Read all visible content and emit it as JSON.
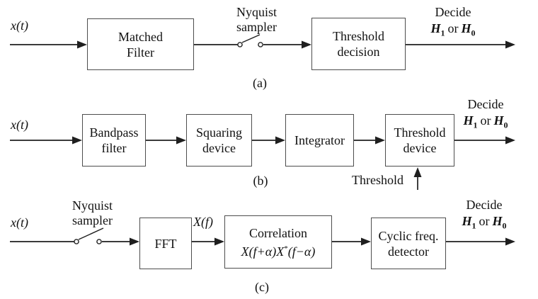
{
  "colors": {
    "background": "#ffffff",
    "line": "#1f1f1f",
    "box_border": "#4d4d4d",
    "text": "#111111"
  },
  "decide": {
    "line1": "Decide",
    "h": "H",
    "sub1": "1",
    "or_text": "or",
    "sub0": "0"
  },
  "rows": {
    "a": {
      "caption": "(a)",
      "input_label": "x(t)",
      "sampler": {
        "line1": "Nyquist",
        "line2": "sampler"
      },
      "matched_filter": {
        "line1": "Matched",
        "line2": "Filter"
      },
      "threshold_decision": {
        "line1": "Threshold",
        "line2": "decision"
      }
    },
    "b": {
      "caption": "(b)",
      "input_label": "x(t)",
      "bandpass_filter": {
        "line1": "Bandpass",
        "line2": "filter"
      },
      "squaring_device": {
        "line1": "Squaring",
        "line2": "device"
      },
      "integrator": {
        "label": "Integrator"
      },
      "threshold_device": {
        "line1": "Threshold",
        "line2": "device"
      },
      "threshold_input_label": "Threshold"
    },
    "c": {
      "caption": "(c)",
      "input_label": "x(t)",
      "sampler": {
        "line1": "Nyquist",
        "line2": "sampler"
      },
      "fft": {
        "label": "FFT"
      },
      "fft_output_label": "X(f)",
      "correlation": {
        "line1": "Correlation",
        "formula_main": "X(f+α)X",
        "formula_sup": "*",
        "formula_rest": "(f−α)"
      },
      "cyclic_detector": {
        "line1": "Cyclic freq.",
        "line2": "detector"
      }
    }
  }
}
